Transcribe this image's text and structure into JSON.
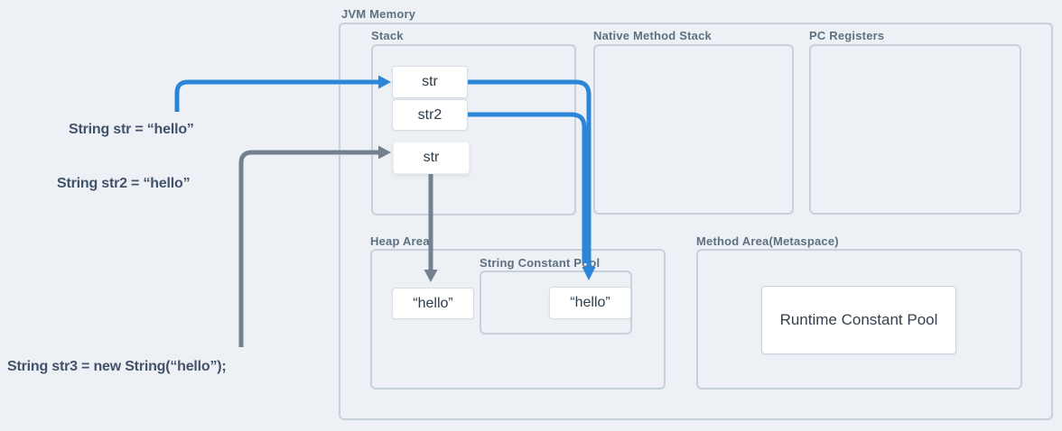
{
  "colors": {
    "arrow_blue": "#2b85d8",
    "arrow_gray": "#73808f",
    "background": "#edf1f5"
  },
  "code": {
    "line1": "String str = “hello”",
    "line2": "String str2 = “hello”",
    "line3": "String str3 = new String(“hello”);"
  },
  "jvm": {
    "title": "JVM Memory",
    "stack": {
      "label": "Stack",
      "slots": {
        "str": "str",
        "str2": "str2",
        "str3": "str"
      }
    },
    "native_method_stack": {
      "label": "Native Method Stack"
    },
    "pc_registers": {
      "label": "PC Registers"
    },
    "heap": {
      "label": "Heap Area",
      "object_value": "“hello”"
    },
    "string_constant_pool": {
      "label": "String Constant Pool",
      "literal_value": "“hello”"
    },
    "method_area": {
      "label": "Method Area(Metaspace)",
      "runtime_constant_pool": "Runtime Constant Pool"
    }
  }
}
